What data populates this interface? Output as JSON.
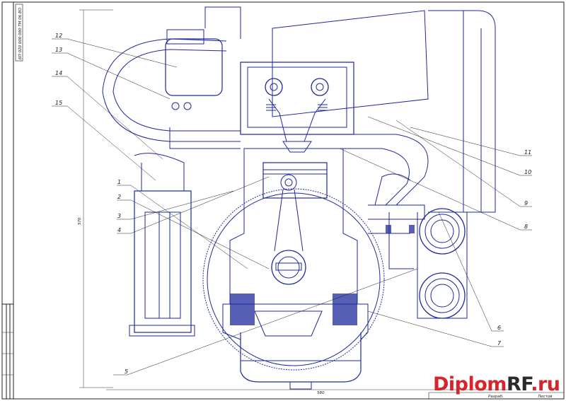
{
  "drawing": {
    "doc_code": "БП 020 000 080 ТМ 06 ВО",
    "dim_height": "570",
    "dim_width": "580",
    "title_block": {
      "left_text": "Разраб.",
      "right_text": "Листов"
    }
  },
  "callouts": [
    "1",
    "2",
    "3",
    "4",
    "5",
    "6",
    "7",
    "8",
    "9",
    "10",
    "11",
    "12",
    "13",
    "14",
    "15"
  ],
  "watermark": {
    "part1": "Diplom",
    "part2": "RF",
    "part3": ".ru",
    "colors": {
      "red": "#d6262b",
      "dark": "#2b2b2b"
    }
  },
  "colors": {
    "line": "#1f2a9c",
    "ink": "#1a1a1a",
    "paper": "#ffffff"
  }
}
